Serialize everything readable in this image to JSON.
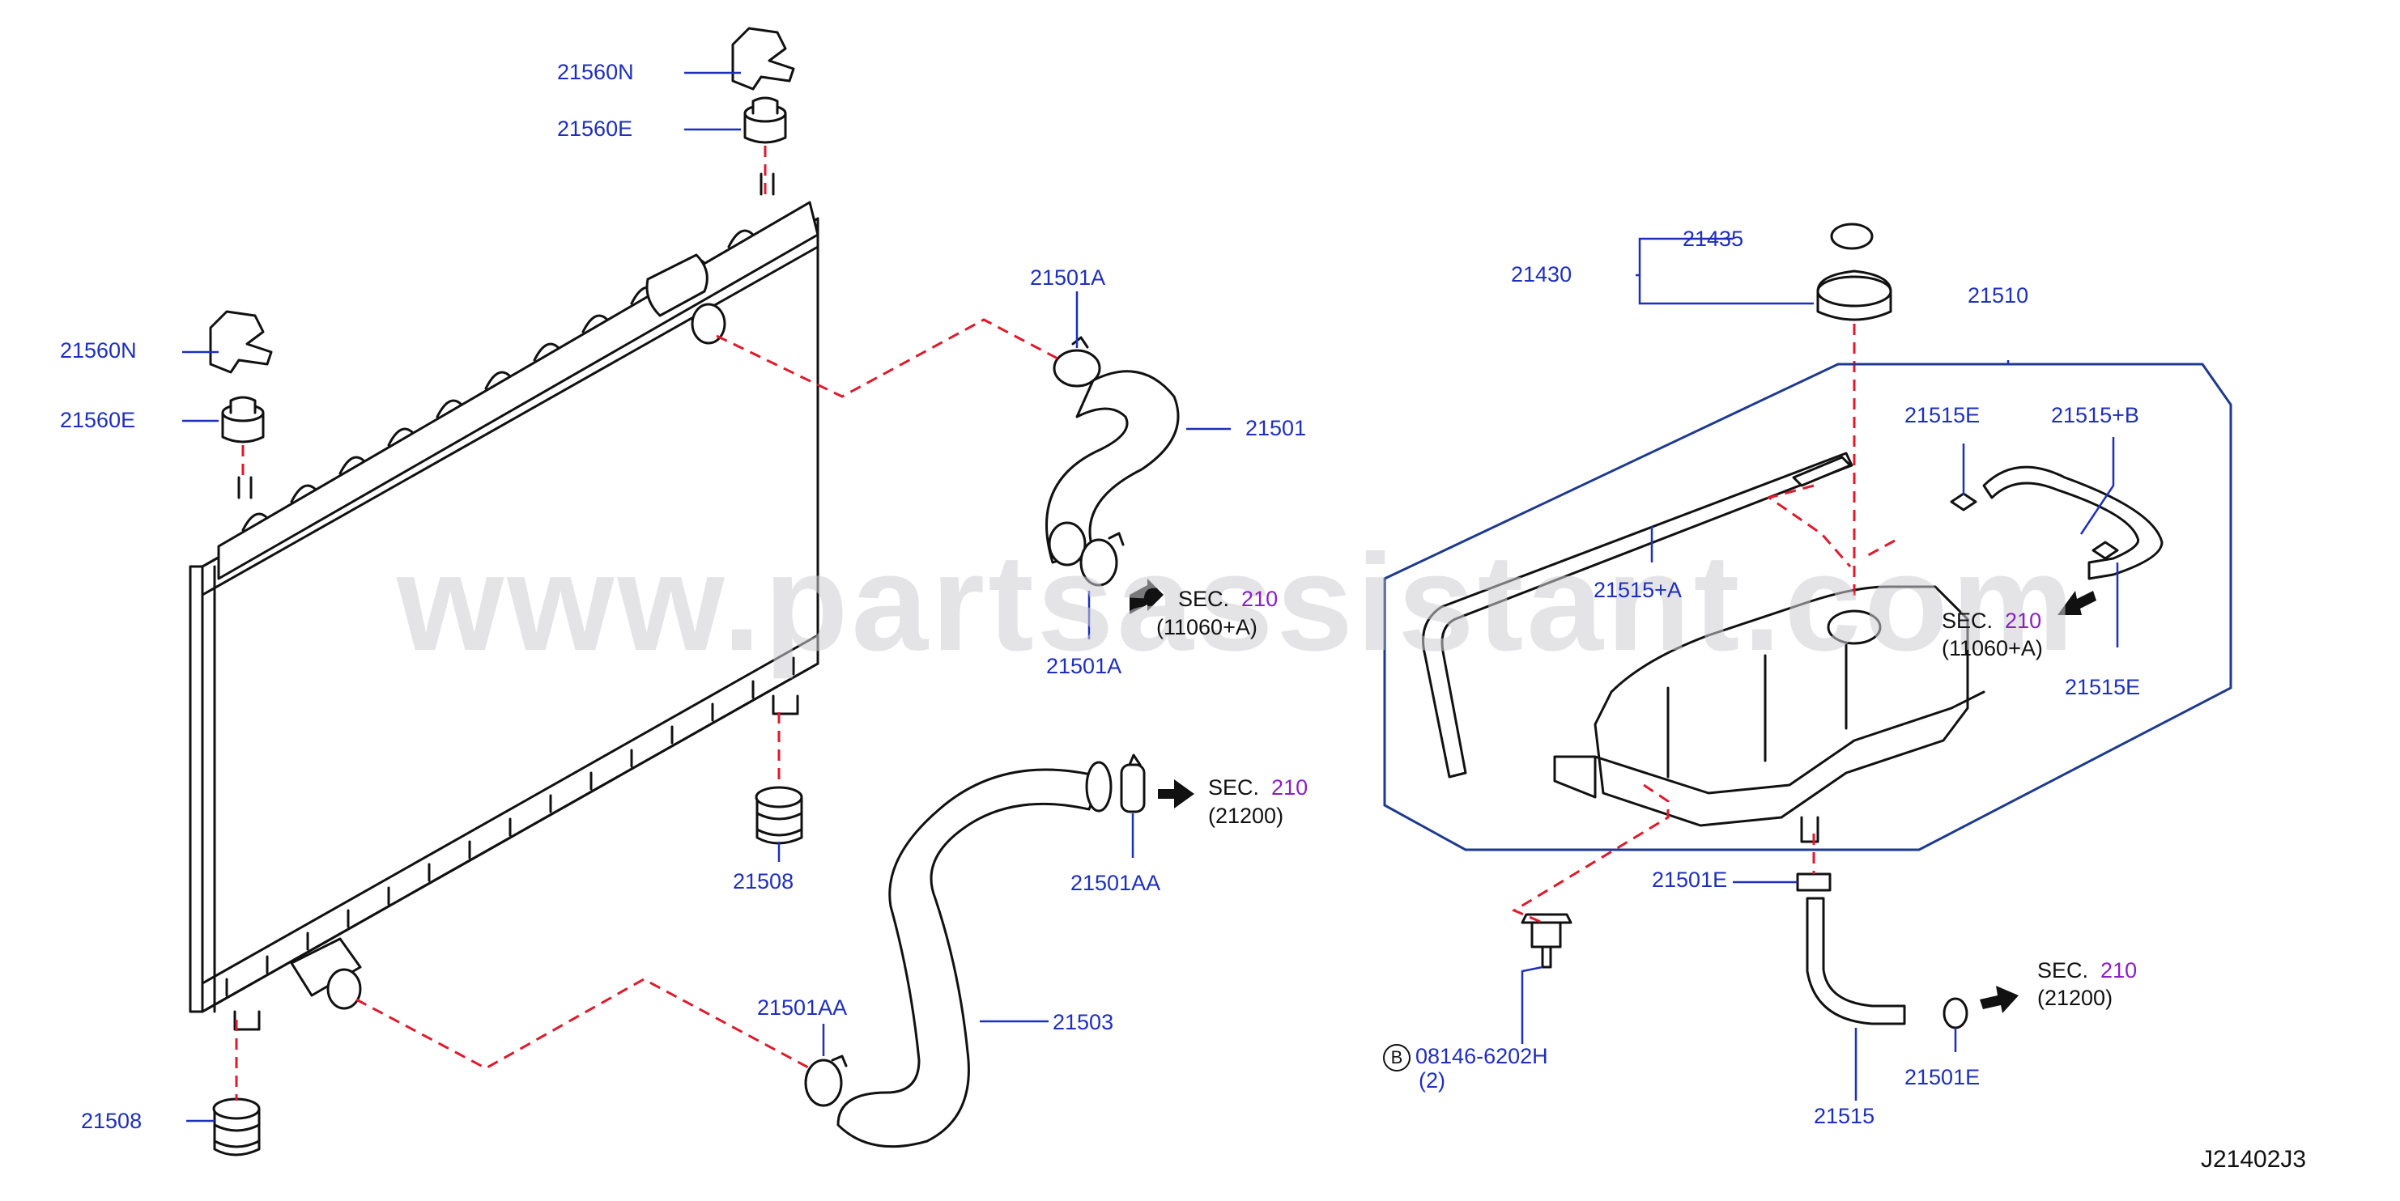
{
  "diagram_code": "J21402J3",
  "watermark": "www.partsassistant.com",
  "colors": {
    "label": "#1d2fbf",
    "leader_dash": "#e0192b",
    "assembly_outline": "#1d3a8f",
    "section_number": "#8a1fc9",
    "outline": "#111111"
  },
  "labels": {
    "p21560n_top": "21560N",
    "p21560e_top": "21560E",
    "p21560n_left": "21560N",
    "p21560e_left": "21560E",
    "p21501a_top": "21501A",
    "p21501": "21501",
    "p21501a_bottom": "21501A",
    "p21508_mid": "21508",
    "p21501aa_right": "21501AA",
    "p21503": "21503",
    "p21501aa_left": "21501AA",
    "p21508_bottom": "21508",
    "p21435": "21435",
    "p21430": "21430",
    "p21510": "21510",
    "p21515e_top": "21515E",
    "p21515b": "21515+B",
    "p21515a": "21515+A",
    "p21515e_right": "21515E",
    "p21501e_left": "21501E",
    "p21501e_bottom": "21501E",
    "p21515": "21515",
    "bolt_part": "08146-6202H",
    "bolt_qty": "(2)",
    "bolt_marker": "B"
  },
  "section_refs": [
    {
      "prefix": "SEC.",
      "number": "210",
      "sub": "(11060+A)"
    },
    {
      "prefix": "SEC.",
      "number": "210",
      "sub": "(21200)"
    },
    {
      "prefix": "SEC.",
      "number": "210",
      "sub": "(11060+A)"
    },
    {
      "prefix": "SEC.",
      "number": "210",
      "sub": "(21200)"
    }
  ]
}
